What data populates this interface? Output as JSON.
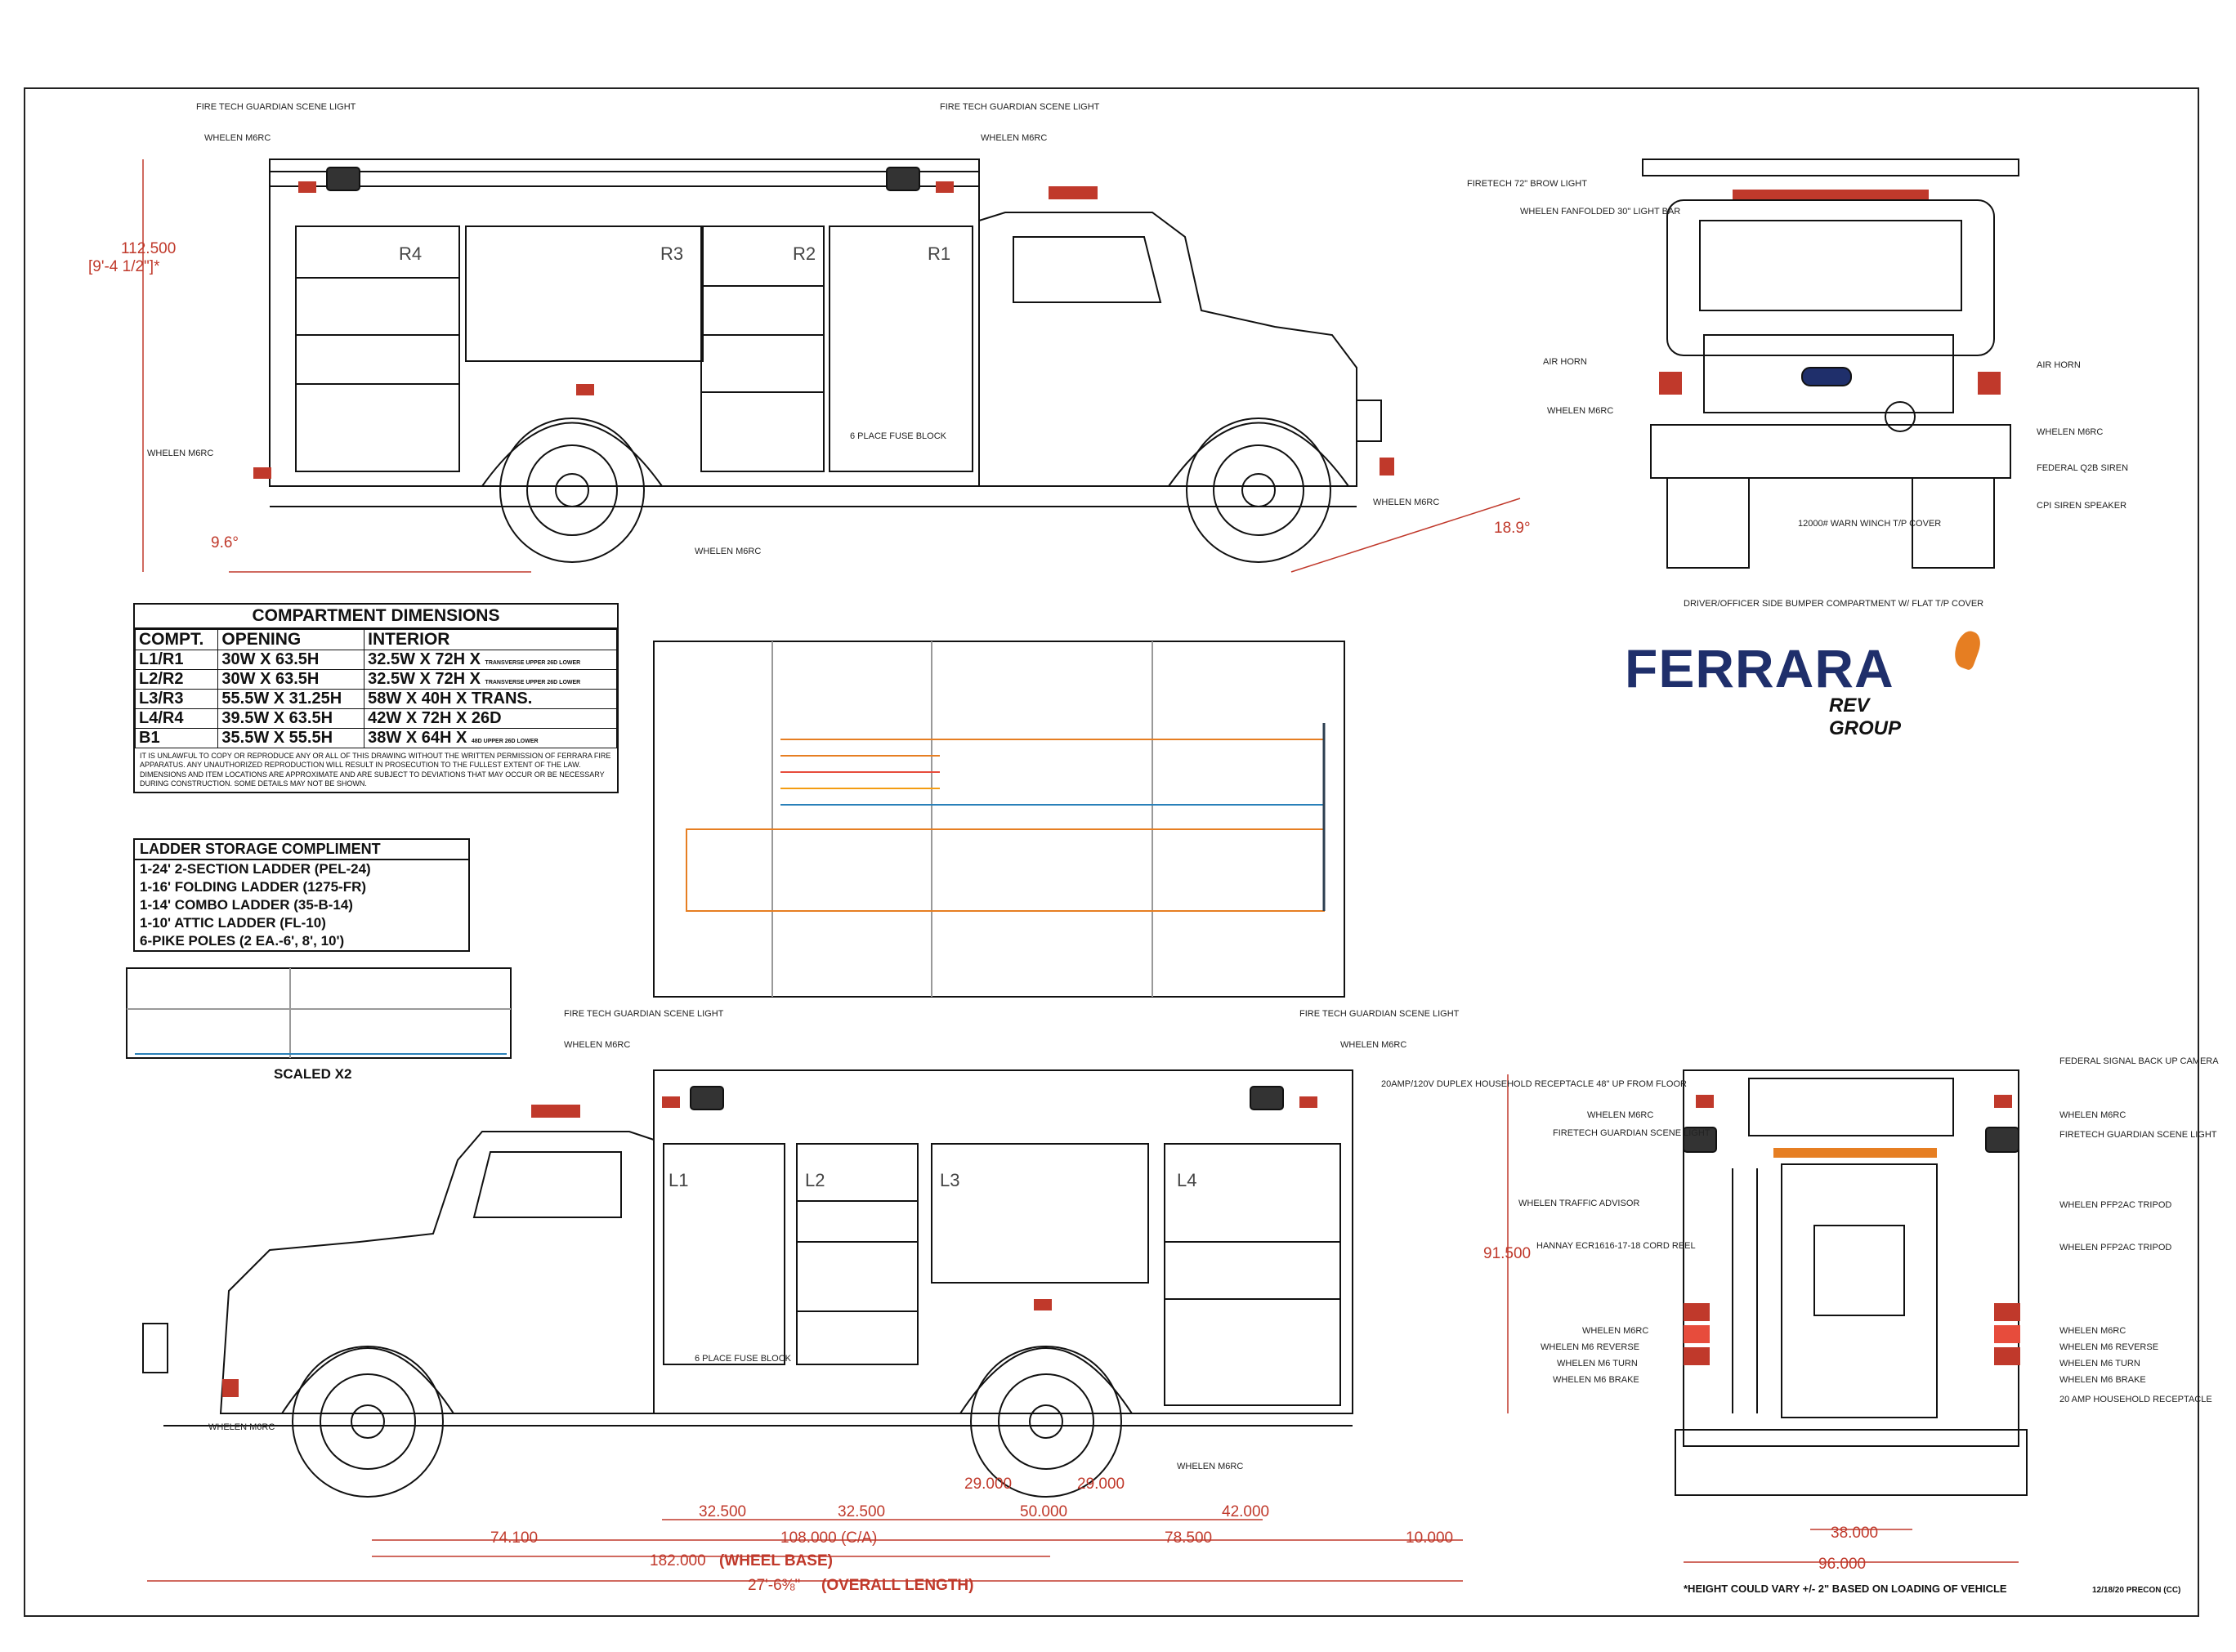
{
  "brand": {
    "name": "FERRARA",
    "sub": "REV GROUP",
    "rev_color": "#c0392b",
    "brand_color": "#1f2f6b"
  },
  "compartments": {
    "title": "COMPARTMENT DIMENSIONS",
    "headers": [
      "COMPT.",
      "OPENING",
      "INTERIOR"
    ],
    "rows": [
      {
        "compt": "L1/R1",
        "opening": "30W X 63.5H",
        "interior": "32.5W X 72H X",
        "note": "TRANSVERSE UPPER 26D LOWER"
      },
      {
        "compt": "L2/R2",
        "opening": "30W X 63.5H",
        "interior": "32.5W X 72H X",
        "note": "TRANSVERSE UPPER 26D LOWER"
      },
      {
        "compt": "L3/R3",
        "opening": "55.5W X 31.25H",
        "interior": "58W X 40H X TRANS.",
        "note": ""
      },
      {
        "compt": "L4/R4",
        "opening": "39.5W X 63.5H",
        "interior": "42W X 72H X 26D",
        "note": ""
      },
      {
        "compt": "B1",
        "opening": "35.5W X 55.5H",
        "interior": "38W X 64H X",
        "note": "48D UPPER 26D LOWER"
      }
    ],
    "disclaimer": "IT IS UNLAWFUL TO COPY OR REPRODUCE ANY OR ALL OF THIS DRAWING WITHOUT THE WRITTEN PERMISSION OF FERRARA FIRE APPARATUS. ANY UNAUTHORIZED REPRODUCTION WILL RESULT IN PROSECUTION TO THE FULLEST EXTENT OF THE LAW. DIMENSIONS AND ITEM LOCATIONS ARE APPROXIMATE AND ARE SUBJECT TO DEVIATIONS THAT MAY OCCUR OR BE NECESSARY DURING CONSTRUCTION. SOME DETAILS MAY NOT BE SHOWN."
  },
  "ladders": {
    "title": "LADDER STORAGE COMPLIMENT",
    "items": [
      "1-24' 2-SECTION LADDER (PEL-24)",
      "1-16' FOLDING LADDER (1275-FR)",
      "1-14' COMBO LADDER (35-B-14)",
      "1-10' ATTIC LADDER (FL-10)",
      "6-PIKE POLES (2 EA.-6', 8', 10')"
    ]
  },
  "scaled_label": "SCALED X2",
  "callouts": {
    "top_scene_light_left": "FIRE TECH GUARDIAN SCENE LIGHT",
    "top_marc_left": "WHELEN M6RC",
    "top_scene_light_right": "FIRE TECH GUARDIAN SCENE LIGHT",
    "top_marc_right": "WHELEN M6RC",
    "left_marc": "WHELEN M6RC",
    "fuse_block": "6 PLACE FUSE BLOCK",
    "mid_marc": "WHELEN M6RC",
    "front_marc": "WHELEN M6RC",
    "front_bow_light": "FIRETECH 72\" BROW LIGHT",
    "front_fanfold": "WHELEN FANFOLDED 30\" LIGHT BAR",
    "air_horn_l": "AIR HORN",
    "air_horn_r": "AIR HORN",
    "front_marc_l": "WHELEN M6RC",
    "front_marc_r": "WHELEN M6RC",
    "federal_siren": "FEDERAL Q2B SIREN",
    "cpi_speaker": "CPI SIREN SPEAKER",
    "winch": "12000# WARN WINCH T/P COVER",
    "bumper": "DRIVER/OFFICER SIDE BUMPER COMPARTMENT W/ FLAT T/P COVER",
    "lower_scene_left": "FIRE TECH GUARDIAN SCENE LIGHT",
    "lower_marc_left": "WHELEN M6RC",
    "lower_scene_right": "FIRE TECH GUARDIAN SCENE LIGHT",
    "lower_marc_right": "WHELEN M6RC",
    "receptacle": "20AMP/120V DUPLEX HOUSEHOLD RECEPTACLE 48\" UP FROM FLOOR",
    "lower_fuse": "6 PLACE FUSE BLOCK",
    "lower_front_marc": "WHELEN M6RC",
    "lower_wheel_marc": "WHELEN M6RC",
    "rear_backup_camera": "FEDERAL SIGNAL BACK UP CAMERA",
    "rear_marc_l": "WHELEN M6RC",
    "rear_marc_r": "WHELEN M6RC",
    "rear_scene_l": "FIRETECH GUARDIAN SCENE LIGHT",
    "rear_scene_r": "FIRETECH GUARDIAN SCENE LIGHT",
    "traffic_advisor": "WHELEN TRAFFIC ADVISOR",
    "tripod_1": "WHELEN PFP2AC TRIPOD",
    "tripod_2": "WHELEN PFP2AC TRIPOD",
    "hannay": "HANNAY ECR1616-17-18 CORD REEL",
    "rear_left_lights": [
      "WHELEN M6RC",
      "WHELEN M6 REVERSE",
      "WHELEN M6 TURN",
      "WHELEN M6 BRAKE"
    ],
    "rear_right_lights": [
      "WHELEN M6RC",
      "WHELEN M6 REVERSE",
      "WHELEN M6 TURN",
      "WHELEN M6 BRAKE"
    ],
    "household_receptacle": "20 AMP HOUSEHOLD RECEPTACLE"
  },
  "compartment_ids_top": [
    "R4",
    "R3",
    "R2",
    "R1"
  ],
  "compartment_ids_bottom": [
    "L1",
    "L2",
    "L3",
    "L4"
  ],
  "dimensions": {
    "height": "112.500",
    "height_ft": "[9'-4 1/2\"]*",
    "approach": "18.9°",
    "departure": "9.6°",
    "rear_height": "91.500",
    "d1": "32.500",
    "d2": "32.500",
    "d3": "29.000",
    "d4": "29.000",
    "d5": "42.000",
    "d6": "50.000",
    "d_front": "74.100",
    "d_body": "108.000 (C/A)",
    "d_rear": "78.500",
    "d_overhang": "10.000",
    "wheelbase": "182.000",
    "wheelbase_label": "(WHEEL BASE)",
    "overall": "27'-6⅜\"",
    "overall_label": "(OVERALL LENGTH)",
    "rear_w1": "38.000",
    "rear_w2": "96.000"
  },
  "footer_note": "*HEIGHT COULD VARY +/- 2\" BASED ON LOADING OF VEHICLE",
  "footer_date": "12/18/20 PRECON (CC)"
}
